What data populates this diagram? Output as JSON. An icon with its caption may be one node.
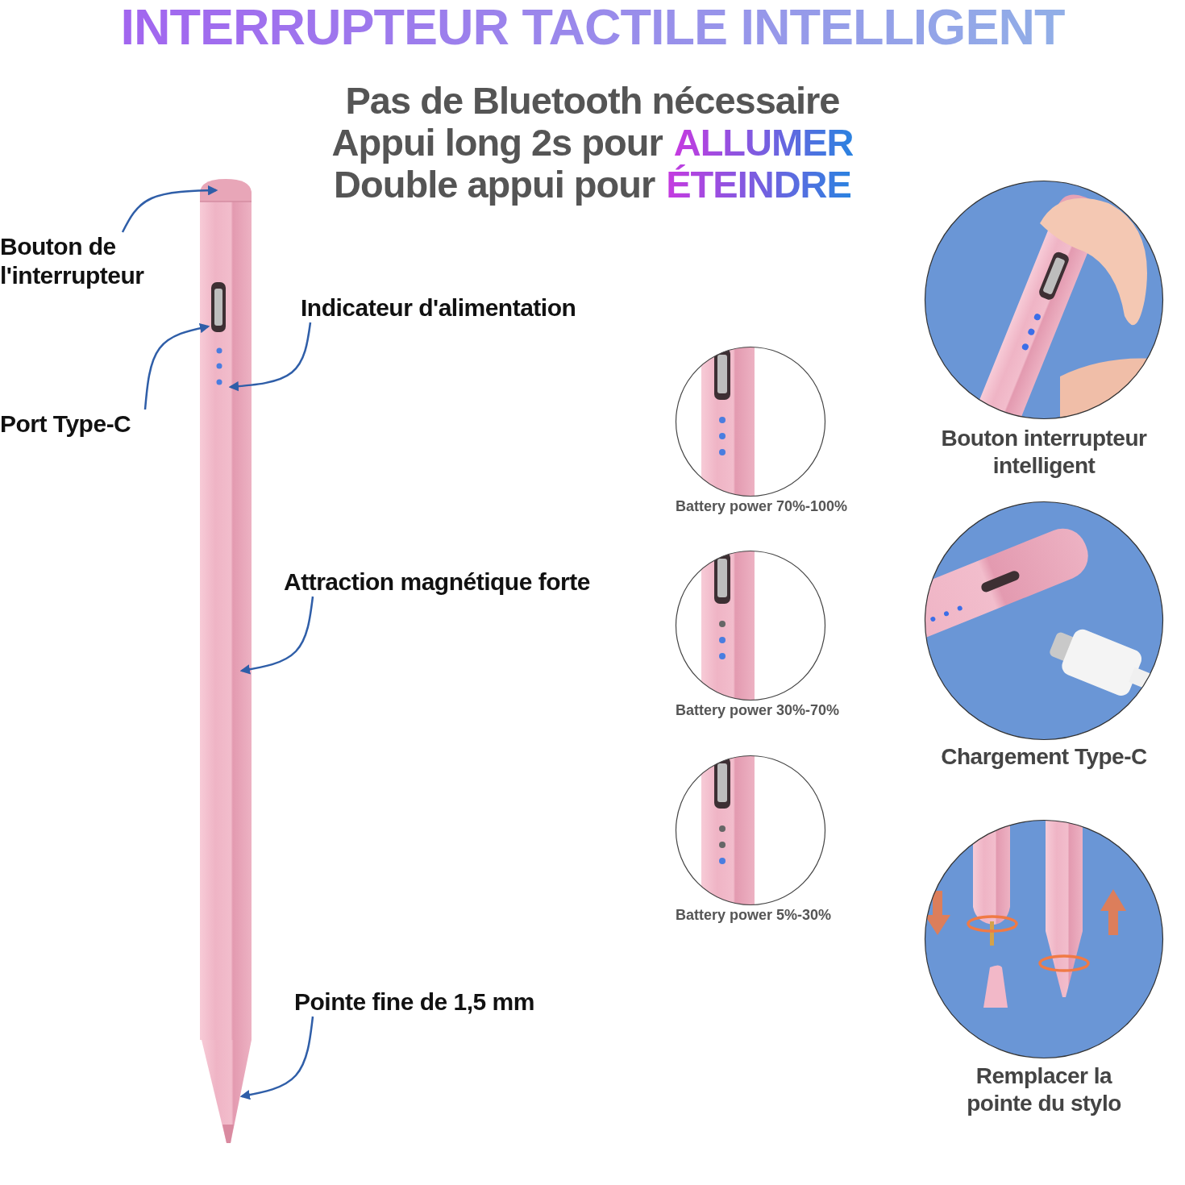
{
  "diagram": {
    "title": "INTERRUPTEUR TACTILE INTELLIGENT",
    "nodes": [
      {
        "text": [
          "Bouton de l'interrupteur"
        ]
      },
      {
        "text": [
          "Indicateur d'alimentation"
        ]
      },
      {
        "text": [
          "Port Type-C"
        ]
      },
      {
        "text": [
          "Attraction magnétique forte"
        ]
      },
      {
        "text": [
          "Pointe fine de 1,5 mm"
        ]
      },
      {
        "text": [
          "Battery power 70%-100%"
        ]
      },
      {
        "text": [
          "Battery power 30%-70%"
        ]
      },
      {
        "text": [
          "Battery power 5%-30%"
        ]
      },
      {
        "text": [
          "Bouton interrupteur intelligent"
        ]
      },
      {
        "text": [
          "Chargement Type-C"
        ]
      },
      {
        "text": [
          "Remplacer la pointe du stylo"
        ]
      }
    ],
    "edges": [
      {
        "from": 0,
        "to": null,
        "arrow": "to"
      },
      {
        "from": 1,
        "to": null,
        "arrow": "to"
      },
      {
        "from": 2,
        "to": null,
        "arrow": "to"
      },
      {
        "from": 3,
        "to": null,
        "arrow": "to"
      },
      {
        "from": 4,
        "to": null,
        "arrow": "to"
      }
    ],
    "labels": [
      "Pas de Bluetooth nécessaire",
      "Appui long 2s pour",
      "ALLUMER",
      "Double appui pour",
      "ÉTEINDRE"
    ]
  }
}
